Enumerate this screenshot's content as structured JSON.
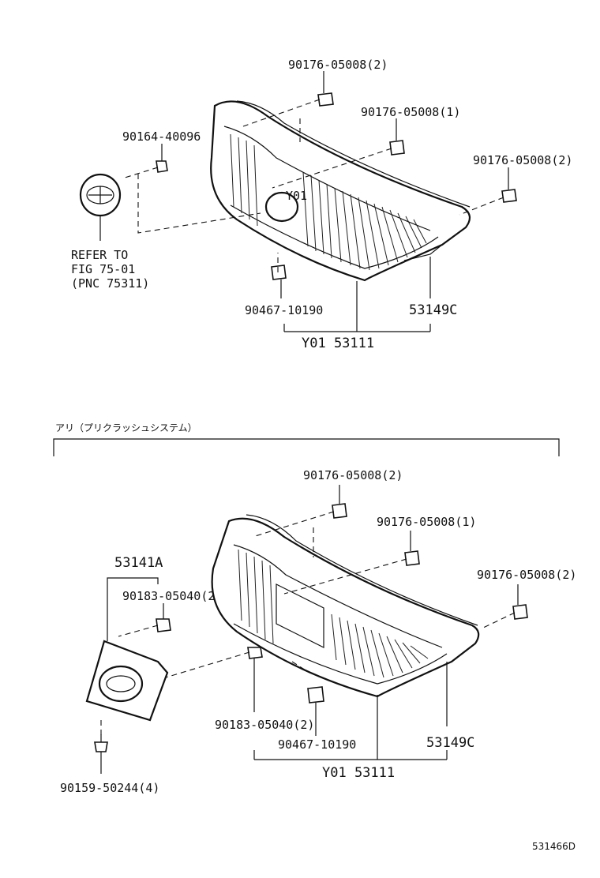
{
  "upper": {
    "labels": {
      "clip_top": "90176-05008(2)",
      "clip_mid": "90176-05008(1)",
      "clip_right": "90176-05008(2)",
      "screw": "90164-40096",
      "refer_1": "REFER TO",
      "refer_2": "FIG 75-01",
      "refer_3": "(PNC 75311)",
      "emblem_code": "Y01",
      "bottom_clip": "90467-10190",
      "molding": "53149C",
      "grille": "Y01 53111"
    }
  },
  "section_title": "アリ（プリクラッシュシステム）",
  "lower": {
    "labels": {
      "clip_top": "90176-05008(2)",
      "clip_mid": "90176-05008(1)",
      "clip_right": "90176-05008(2)",
      "bracket": "53141A",
      "nut_upper": "90183-05040(2",
      "nut_lower": "90183-05040(2)",
      "bottom_clip": "90467-10190",
      "molding": "53149C",
      "grille": "Y01 53111",
      "screw": "90159-50244(4)"
    }
  },
  "illustration_code": "531466D"
}
